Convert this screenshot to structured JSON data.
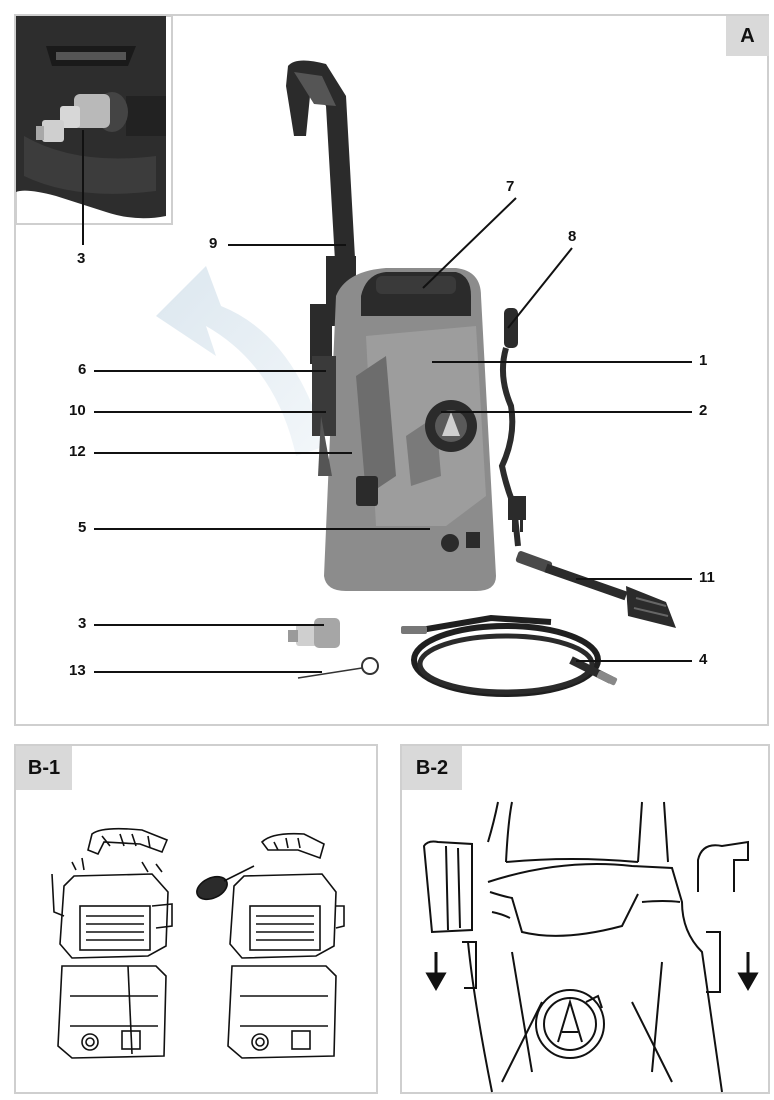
{
  "panel_a": {
    "tag": "A",
    "callouts": {
      "c1": "1",
      "c2": "2",
      "c3_inset": "3",
      "c3": "3",
      "c4": "4",
      "c5": "5",
      "c6": "6",
      "c7": "7",
      "c8": "8",
      "c9": "9",
      "c10": "10",
      "c11": "11",
      "c12": "12",
      "c13": "13"
    }
  },
  "panel_b1": {
    "tag": "B-1"
  },
  "panel_b2": {
    "tag": "B-2"
  },
  "colors": {
    "body_gray": "#8c8c8c",
    "dark": "#2b2b2b",
    "panel_border": "#cfcfcf",
    "tag_bg": "#d9d9d9"
  }
}
